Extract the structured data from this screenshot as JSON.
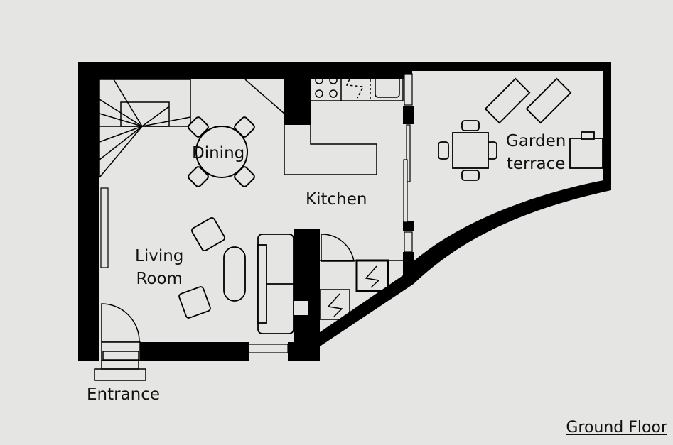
{
  "title": "Ground Floor",
  "rooms": {
    "dining": "Dining",
    "kitchen": "Kitchen",
    "living_line1": "Living",
    "living_line2": "Room",
    "garden_line1": "Garden",
    "garden_line2": "terrace",
    "entrance": "Entrance"
  }
}
